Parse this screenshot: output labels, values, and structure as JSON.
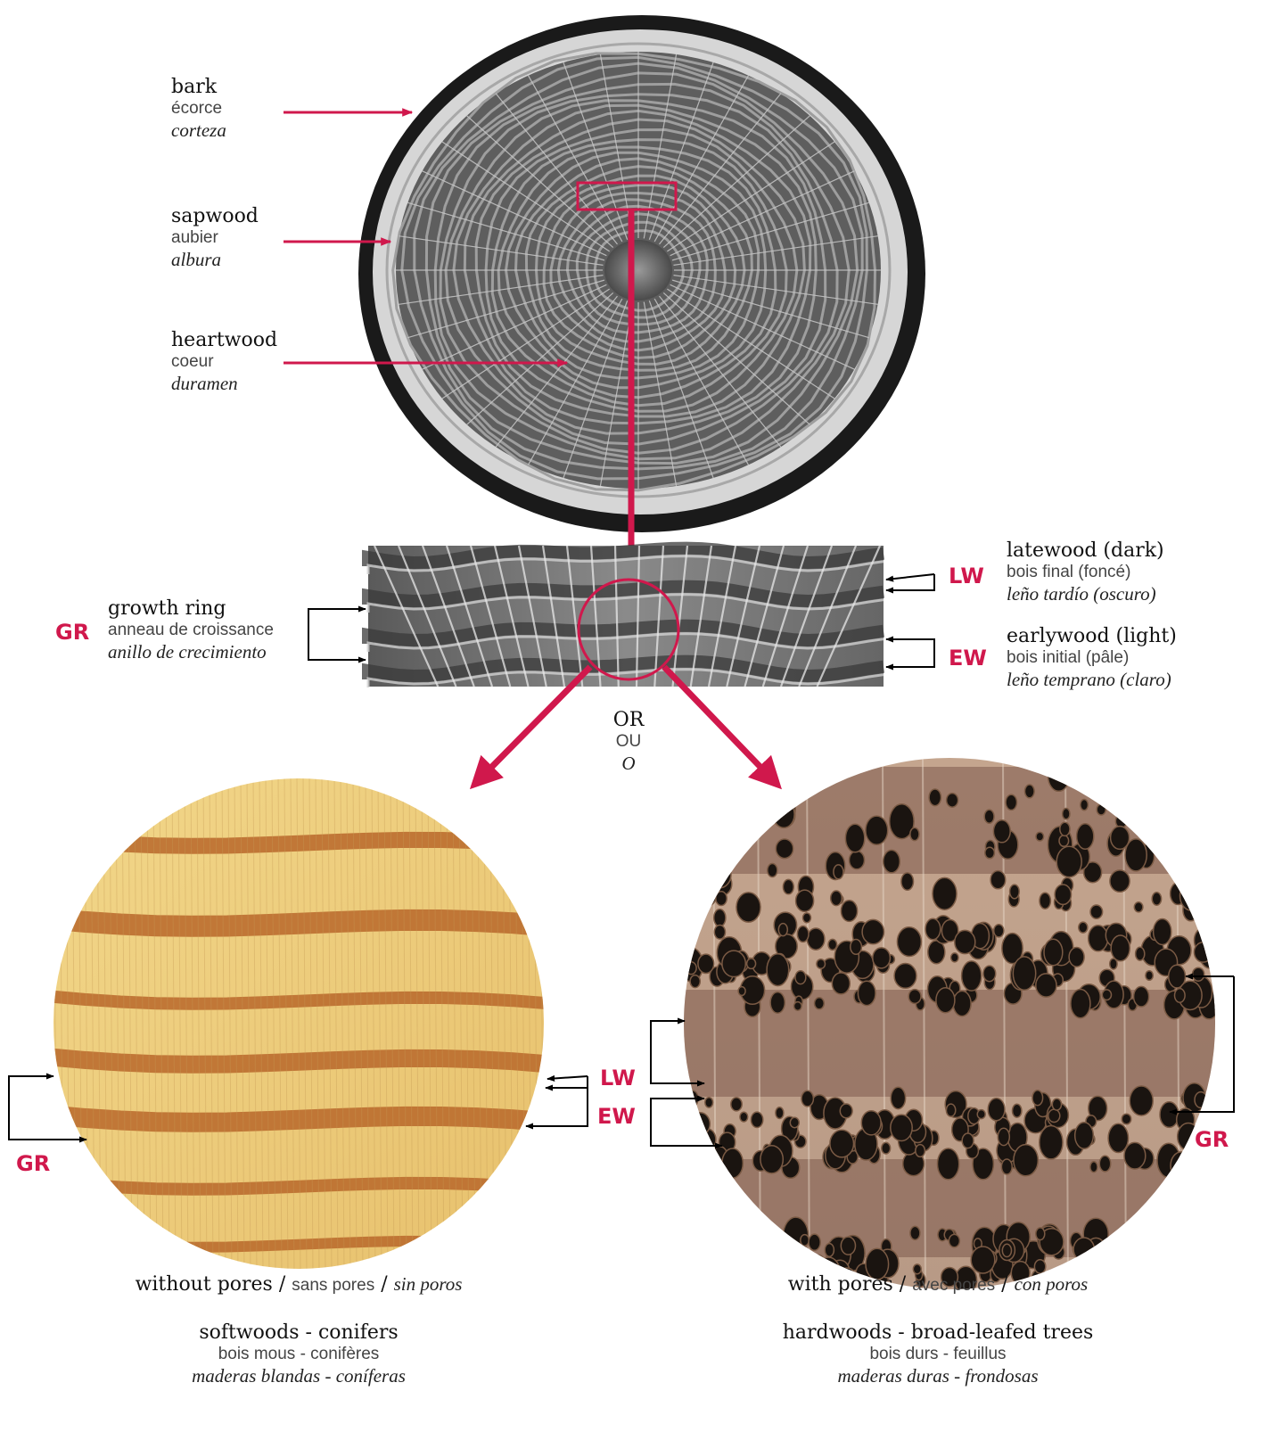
{
  "colors": {
    "accent": "#d0184c",
    "arrow": "#000000"
  },
  "trunk": {
    "bark": {
      "en": "bark",
      "fr": "écorce",
      "es": "corteza"
    },
    "sapwood": {
      "en": "sapwood",
      "fr": "aubier",
      "es": "albura"
    },
    "heartwood": {
      "en": "heartwood",
      "fr": "coeur",
      "es": "duramen"
    }
  },
  "section": {
    "growth_ring": {
      "abbr": "GR",
      "en": "growth ring",
      "fr": "anneau de croissance",
      "es": "anillo de crecimiento"
    },
    "latewood": {
      "abbr": "LW",
      "en": "latewood (dark)",
      "fr": "bois final (foncé)",
      "es": "leño tardío (oscuro)"
    },
    "earlywood": {
      "abbr": "EW",
      "en": "earlywood (light)",
      "fr": "bois initial (pâle)",
      "es": "leño temprano (claro)"
    }
  },
  "or": {
    "en": "OR",
    "fr": "OU",
    "es": "O"
  },
  "softwood": {
    "lw": "LW",
    "ew": "EW",
    "gr": "GR",
    "pores": {
      "en": "without pores",
      "sep1": " / ",
      "fr": "sans pores",
      "sep2": " / ",
      "es": "sin poros"
    },
    "group": {
      "en": "softwoods - conifers",
      "fr": "bois mous - conifères",
      "es": "maderas blandas - coníferas"
    }
  },
  "hardwood": {
    "gr": "GR",
    "pores": {
      "en": "with pores",
      "sep1": " / ",
      "fr": "avec pores",
      "sep2": " / ",
      "es": "con poros"
    },
    "group": {
      "en": "hardwoods - broad-leafed trees",
      "fr": "bois durs - feuillus",
      "es": "maderas duras - frondosas"
    }
  }
}
